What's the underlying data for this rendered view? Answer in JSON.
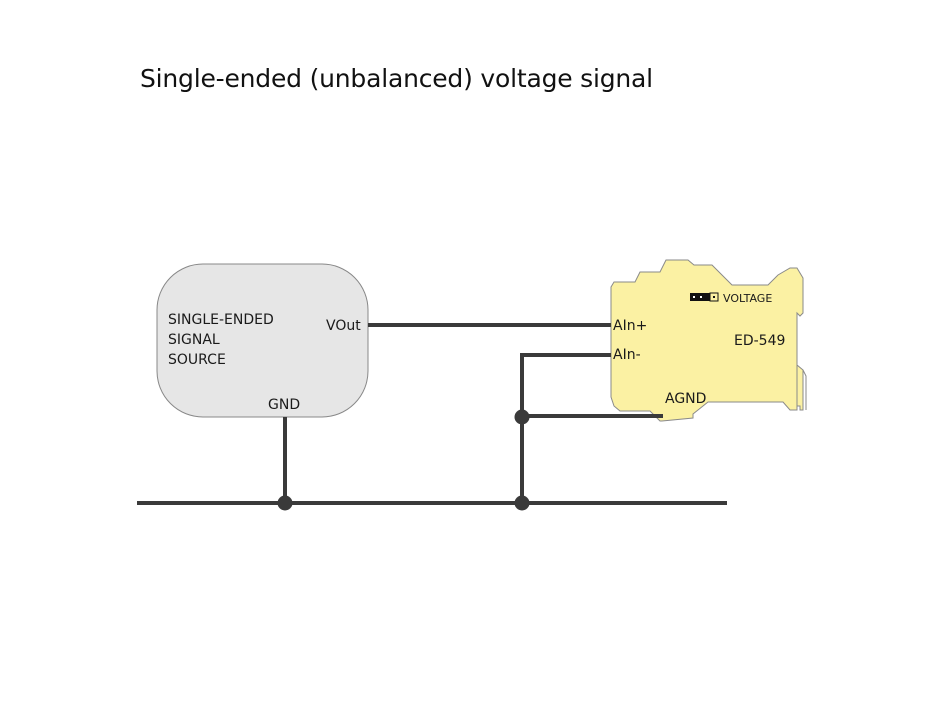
{
  "title": "Single-ended (unbalanced) voltage signal",
  "source": {
    "label_lines": [
      "SINGLE-ENDED",
      "SIGNAL",
      "SOURCE"
    ],
    "vout_label": "VOut",
    "gnd_label": "GND",
    "fill": "#e6e6e6",
    "stroke": "#888888"
  },
  "module": {
    "name": "ED-549",
    "jumper_label": "VOLTAGE",
    "terminals": {
      "ain_plus": "AIn+",
      "ain_minus": "AIn-",
      "agnd": "AGND"
    },
    "fill": "#fbf1a3",
    "stroke": "#8a8a8a"
  },
  "wires": {
    "color": "#3a3a3a",
    "connections": [
      {
        "from": "VOut",
        "to": "AIn+"
      },
      {
        "from": "AIn-",
        "to": "ground-bus"
      },
      {
        "from": "AGND",
        "to": "ground-bus"
      },
      {
        "from": "GND",
        "to": "ground-bus"
      }
    ]
  }
}
